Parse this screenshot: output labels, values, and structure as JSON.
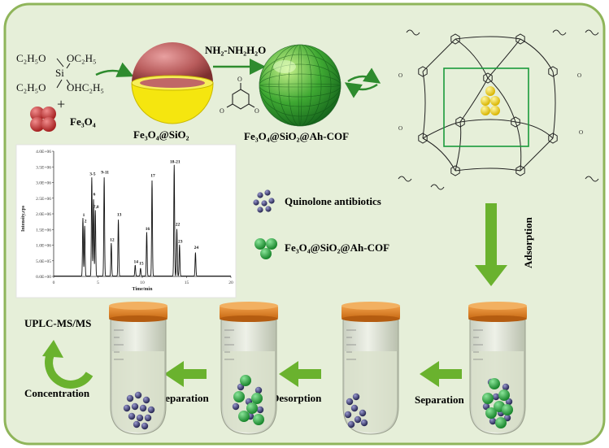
{
  "colors": {
    "panel_bg": "#e6efd9",
    "panel_border": "#8fb55a",
    "arrow_green": "#6ab22e",
    "cap_orange": "#e0862b",
    "tube_liquid": "#dbe2cd",
    "particle_green": "#26a63a",
    "particle_navy": "#2f2f63",
    "gold": "#f2d21b",
    "silica_yellow": "#f5e60f",
    "core_red": "#b85b5b"
  },
  "icons": [
    "fe3o4-cluster-icon",
    "core-shell-sphere-icon",
    "cof-sphere-icon",
    "magnet-icon",
    "quinolone-particle-icon",
    "cof-particle-icon",
    "centrifuge-tube-icon"
  ],
  "synthesis": {
    "teos_left1": "C₂H₅O",
    "teos_right1": "OC₂H₅",
    "teos_si": "Si",
    "teos_left2": "C₂H₅O",
    "teos_right2": "OHC₂H₅",
    "plus": "+",
    "fe3o4": "Fe₃O₄",
    "core_shell": "Fe₃O₄@SiO₂",
    "reagent": "NH₂-NH₂H₂O",
    "cof_product": "Fe₃O₄@SiO₂@Ah-COF"
  },
  "legend": {
    "quinolone": "Quinolone antibiotics",
    "cof": "Fe₃O₄@SiO₂@Ah-COF"
  },
  "process": {
    "adsorption": "Adsorption",
    "separation_right": "Separation",
    "desorption": "Desorption",
    "separation_left": "Separation",
    "concentration": "Concentration",
    "instrument": "UPLC-MS/MS"
  },
  "chart_data": {
    "type": "line",
    "ylabel": "Intensity,cps",
    "xlabel": "Time/min",
    "xlim": [
      0,
      20
    ],
    "ylim": [
      0,
      4000000
    ],
    "x_ticks": [
      "0",
      "5",
      "10",
      "15",
      "20"
    ],
    "y_ticks": [
      "0.0E+00",
      "5.0E+05",
      "1.0E+06",
      "1.5E+06",
      "2.0E+06",
      "2.5E+06",
      "3.0E+06",
      "3.5E+06",
      "4.0E+06"
    ],
    "peaks": [
      {
        "label": "1",
        "x": 3.3,
        "y": 1850000
      },
      {
        "label": "2",
        "x": 3.5,
        "y": 1600000
      },
      {
        "label": "3-5",
        "x": 4.3,
        "y": 3150000
      },
      {
        "label": "6",
        "x": 4.5,
        "y": 2450000
      },
      {
        "label": "7,8",
        "x": 4.7,
        "y": 2100000
      },
      {
        "label": "9-11",
        "x": 5.7,
        "y": 3150000
      },
      {
        "label": "12",
        "x": 6.5,
        "y": 1050000
      },
      {
        "label": "13",
        "x": 7.3,
        "y": 1800000
      },
      {
        "label": "14",
        "x": 9.2,
        "y": 350000
      },
      {
        "label": "15",
        "x": 9.8,
        "y": 250000
      },
      {
        "label": "16",
        "x": 10.5,
        "y": 1400000
      },
      {
        "label": "17",
        "x": 11.1,
        "y": 3050000
      },
      {
        "label": "18-21",
        "x": 13.6,
        "y": 3550000
      },
      {
        "label": "22",
        "x": 13.9,
        "y": 1500000
      },
      {
        "label": "23",
        "x": 14.2,
        "y": 1000000
      },
      {
        "label": "24",
        "x": 16.0,
        "y": 750000
      }
    ]
  }
}
